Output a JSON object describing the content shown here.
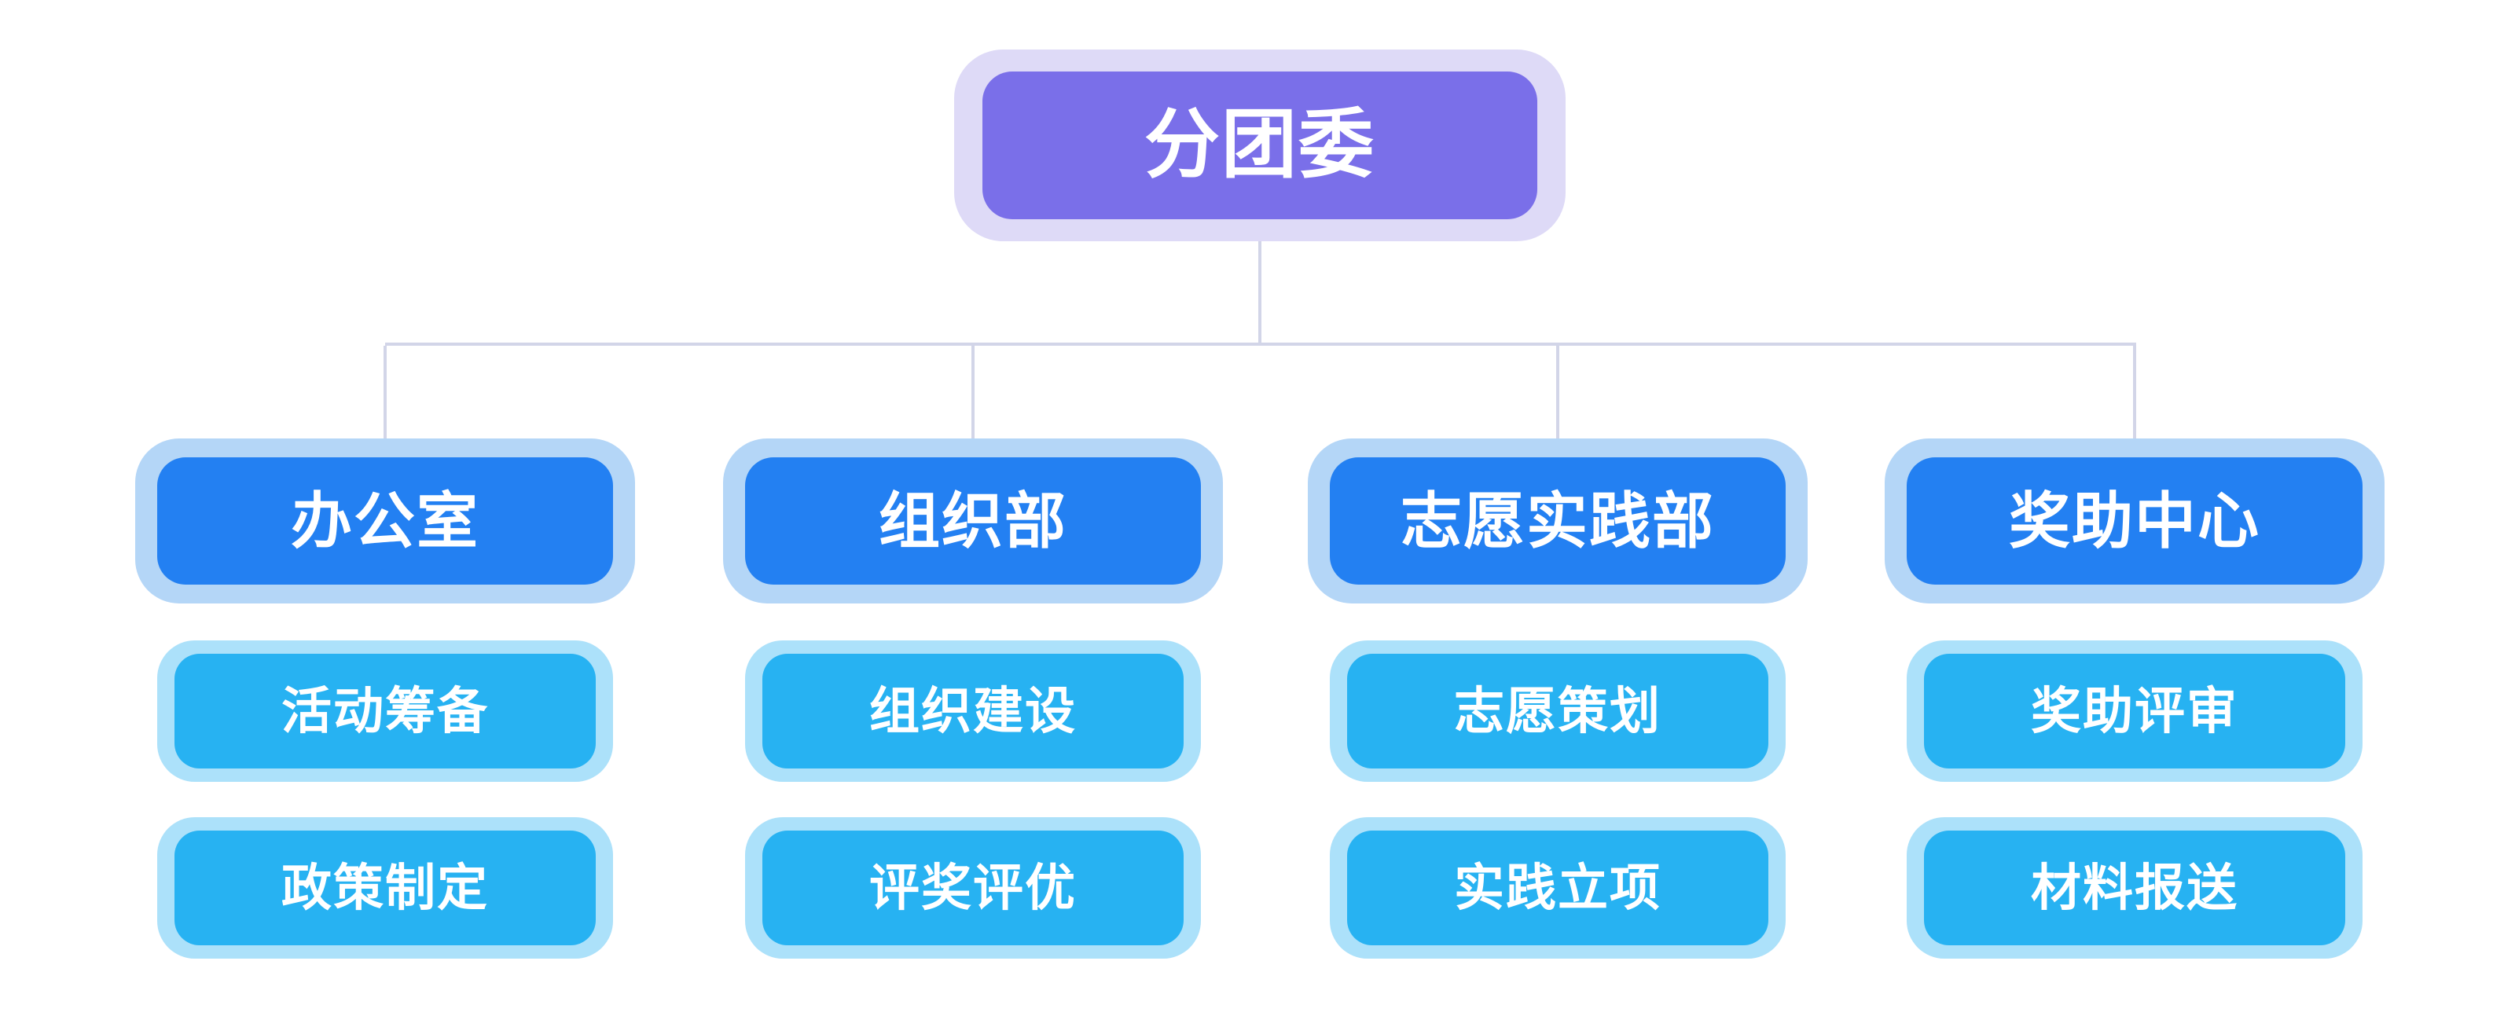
{
  "diagram": {
    "type": "org-chart",
    "root": {
      "label": "分团委"
    },
    "departments": [
      {
        "label": "办公室",
        "children": [
          "活动筹备",
          "政策制定"
        ]
      },
      {
        "label": "组织部",
        "children": [
          "组织建设",
          "评奖评优"
        ]
      },
      {
        "label": "志愿实践部",
        "children": [
          "志愿策划",
          "实践立项"
        ]
      },
      {
        "label": "奖助中心",
        "children": [
          "奖助评审",
          "材料报送"
        ]
      }
    ]
  },
  "theme": {
    "canvas-bg": "#FFFFFF",
    "text": "#FFFFFF",
    "root-fill": "#7A6FE9",
    "root-ring": "#DEDAF7",
    "dept-fill": "#2380F2",
    "dept-ring": "#B4D6F7",
    "sub-fill": "#27B2F2",
    "sub-ring": "#ACE1FA",
    "connector": "#D2D5E8"
  }
}
